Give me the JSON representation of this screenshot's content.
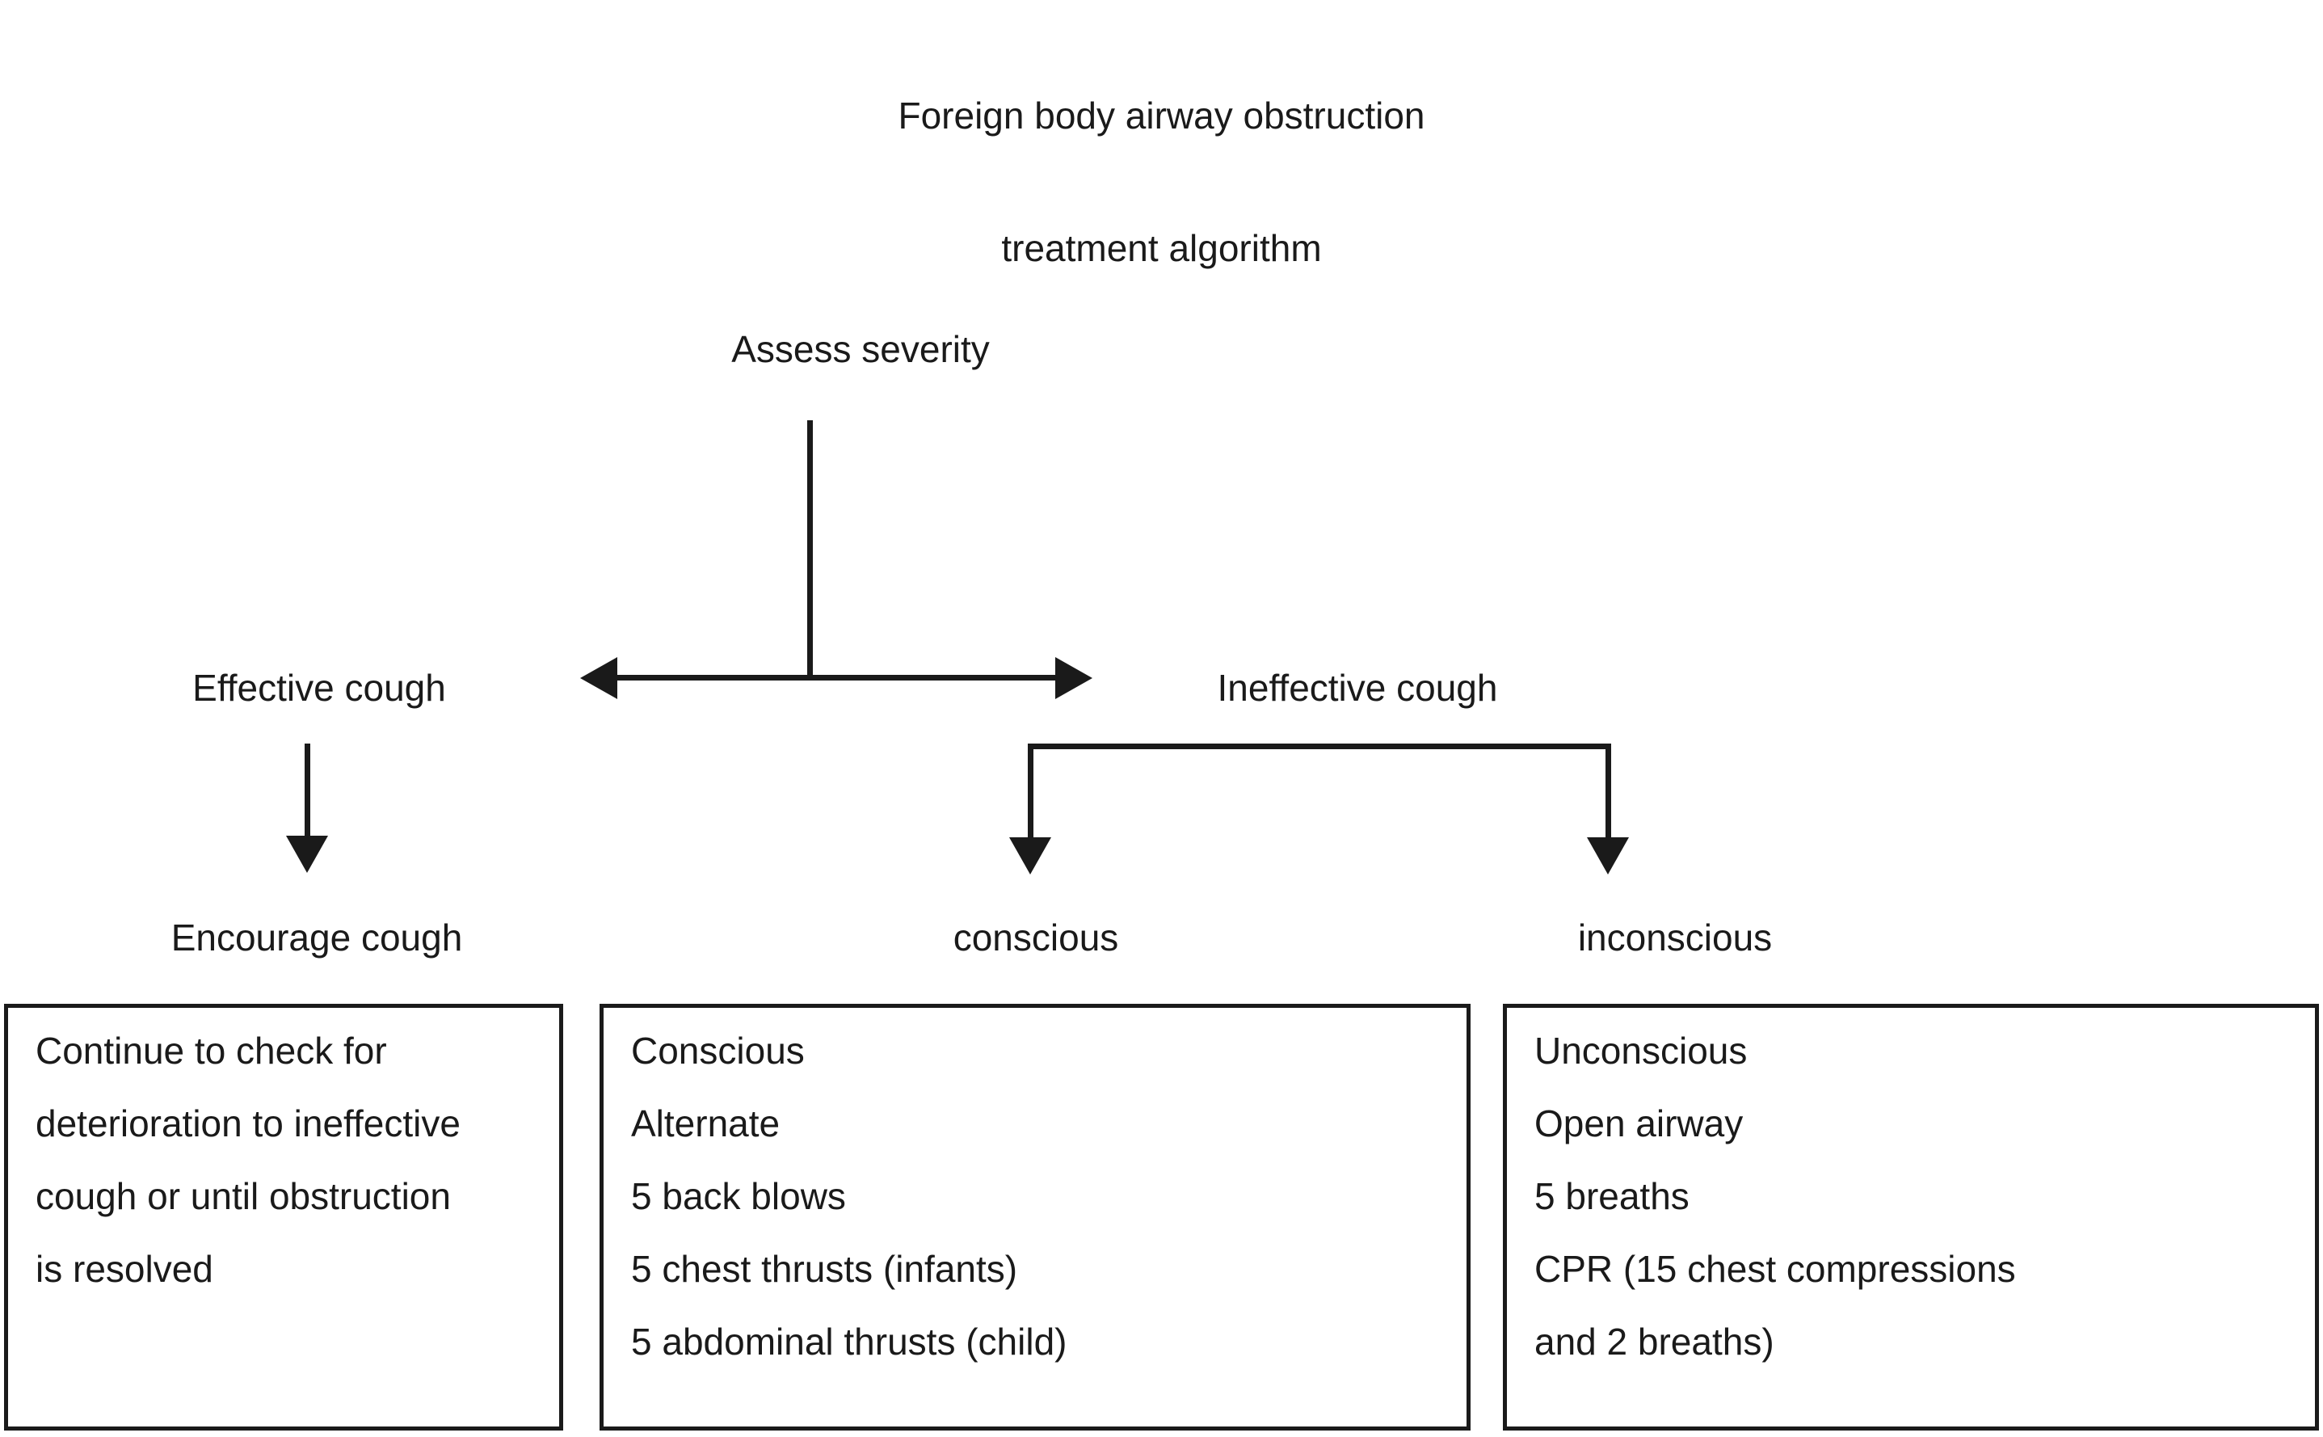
{
  "title": {
    "line1": "Foreign body airway obstruction",
    "line2": "treatment algorithm"
  },
  "nodes": {
    "assess_severity": "Assess severity",
    "effective_cough": "Effective cough",
    "ineffective_cough": "Ineffective cough",
    "encourage_cough": "Encourage cough",
    "conscious": "conscious",
    "inconscious": "inconscious"
  },
  "boxes": [
    {
      "name": "encourage-cough-box",
      "lines": [
        "Continue to check for",
        "deterioration to ineffective",
        "cough or until obstruction",
        "is resolved"
      ]
    },
    {
      "name": "conscious-box",
      "lines": [
        "Conscious",
        "Alternate",
        "5 back blows",
        "5 chest thrusts (infants)",
        "5 abdominal thrusts (child)"
      ]
    },
    {
      "name": "unconscious-box",
      "lines": [
        "Unconscious",
        "Open airway",
        "5 breaths",
        "CPR (15 chest compressions",
        "and 2 breaths)"
      ]
    }
  ],
  "colors": {
    "stroke": "#1a1a1a",
    "background": "#ffffff",
    "text": "#1a1a1a"
  }
}
